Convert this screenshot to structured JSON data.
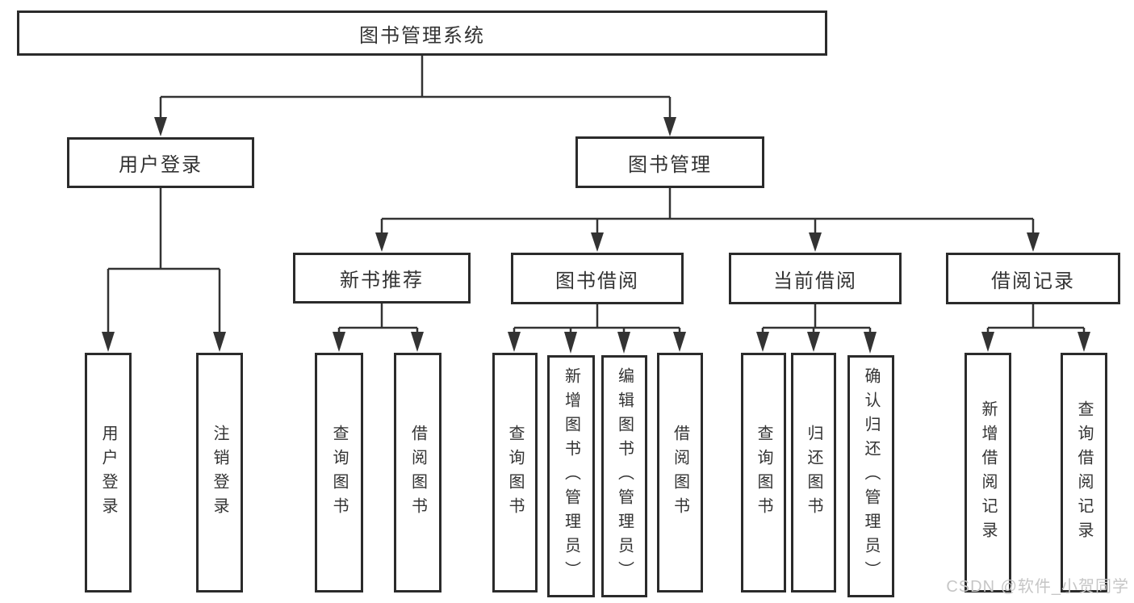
{
  "diagram": {
    "root": {
      "label": "图书管理系统"
    },
    "branches": [
      {
        "label": "用户登录",
        "children": [
          "用户登录",
          "注销登录"
        ]
      },
      {
        "label": "图书管理",
        "sections": [
          {
            "label": "新书推荐",
            "children": [
              "查询图书",
              "借阅图书"
            ]
          },
          {
            "label": "图书借阅",
            "children": [
              "查询图书",
              "新增图书（管理员）",
              "编辑图书（管理员）",
              "借阅图书"
            ]
          },
          {
            "label": "当前借阅",
            "children": [
              "查询图书",
              "归还图书",
              "确认归还（管理员）"
            ]
          },
          {
            "label": "借阅记录",
            "children": [
              "新增借阅记录",
              "查询借阅记录"
            ]
          }
        ]
      }
    ]
  },
  "watermark": {
    "text": "CSDN @软件_小贺同学"
  },
  "colors": {
    "line": "#333333",
    "box_border": "#2b2b2b",
    "text": "#333333",
    "watermark": "#c6c6c6",
    "background": "#ffffff"
  }
}
